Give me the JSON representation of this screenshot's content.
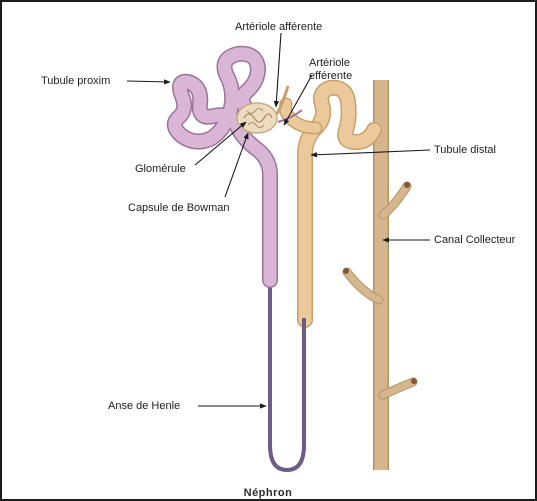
{
  "title": "Néphron",
  "colors": {
    "proximal": "#d9b6d6",
    "proximal_stroke": "#9c7399",
    "distal": "#ecc99a",
    "distal_stroke": "#c9a06b",
    "collector": "#d6b78d",
    "collector_stroke": "#b3936a",
    "henle": "#6f5c86",
    "glomerule": "#eddcc0",
    "arrow": "#1a1a1a"
  },
  "labels": {
    "tubule_proxim": "Tubule proxim",
    "arteriole_afferente": "Artériole afférente",
    "arteriole_efferente_1": "Artériole",
    "arteriole_efferente_2": "efférente",
    "glomerule": "Glomérule",
    "capsule_bowman": "Capsule de Bowman",
    "tubule_distal": "Tubule distal",
    "canal_collecteur": "Canal Collecteur",
    "anse_henle": "Anse de Henle"
  }
}
